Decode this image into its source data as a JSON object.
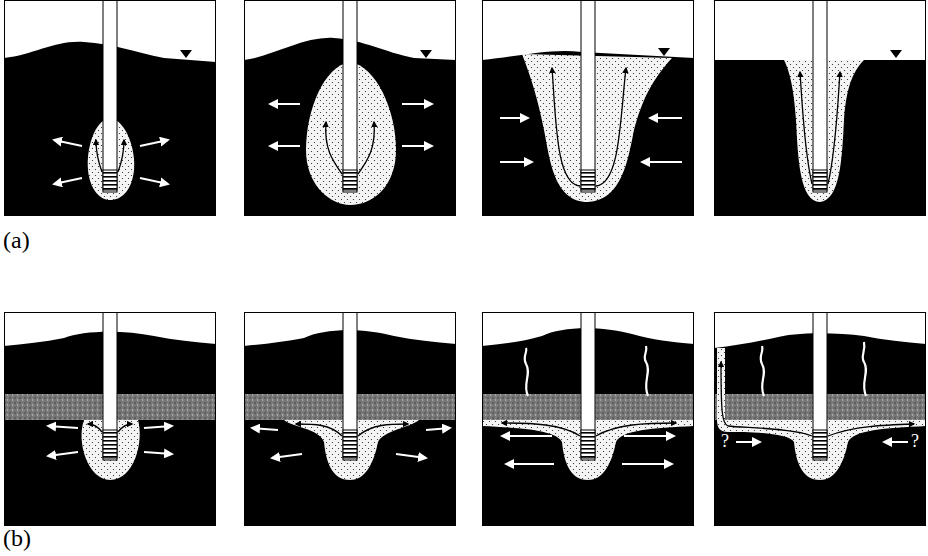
{
  "diagram": {
    "labels": [
      "(a)",
      "(b)",
      "?",
      "?"
    ]
  }
}
